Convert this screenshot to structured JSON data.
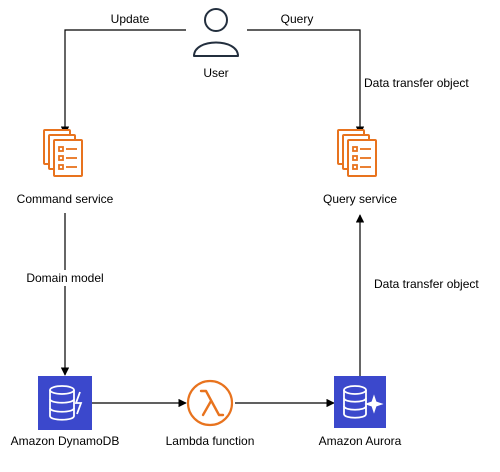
{
  "nodes": {
    "user": {
      "label": "User"
    },
    "command_service": {
      "label": "Command service"
    },
    "query_service": {
      "label": "Query service"
    },
    "dynamodb": {
      "label": "Amazon DynamoDB"
    },
    "lambda": {
      "label": "Lambda function"
    },
    "aurora": {
      "label": "Amazon Aurora"
    }
  },
  "edges": {
    "update": "Update",
    "query": "Query",
    "dto_top": "Data transfer object",
    "domain_model": "Domain model",
    "dto_bottom": "Data transfer object"
  },
  "colors": {
    "service_orange": "#e8731e",
    "lambda_orange": "#e8731e",
    "database_blue": "#3b48cc",
    "line": "#000000",
    "user_outline": "#232f3e"
  },
  "icons": {
    "user": "user-icon",
    "command_service": "document-stack-icon",
    "query_service": "document-stack-icon",
    "dynamodb": "dynamodb-icon",
    "lambda": "lambda-icon",
    "aurora": "aurora-icon"
  }
}
